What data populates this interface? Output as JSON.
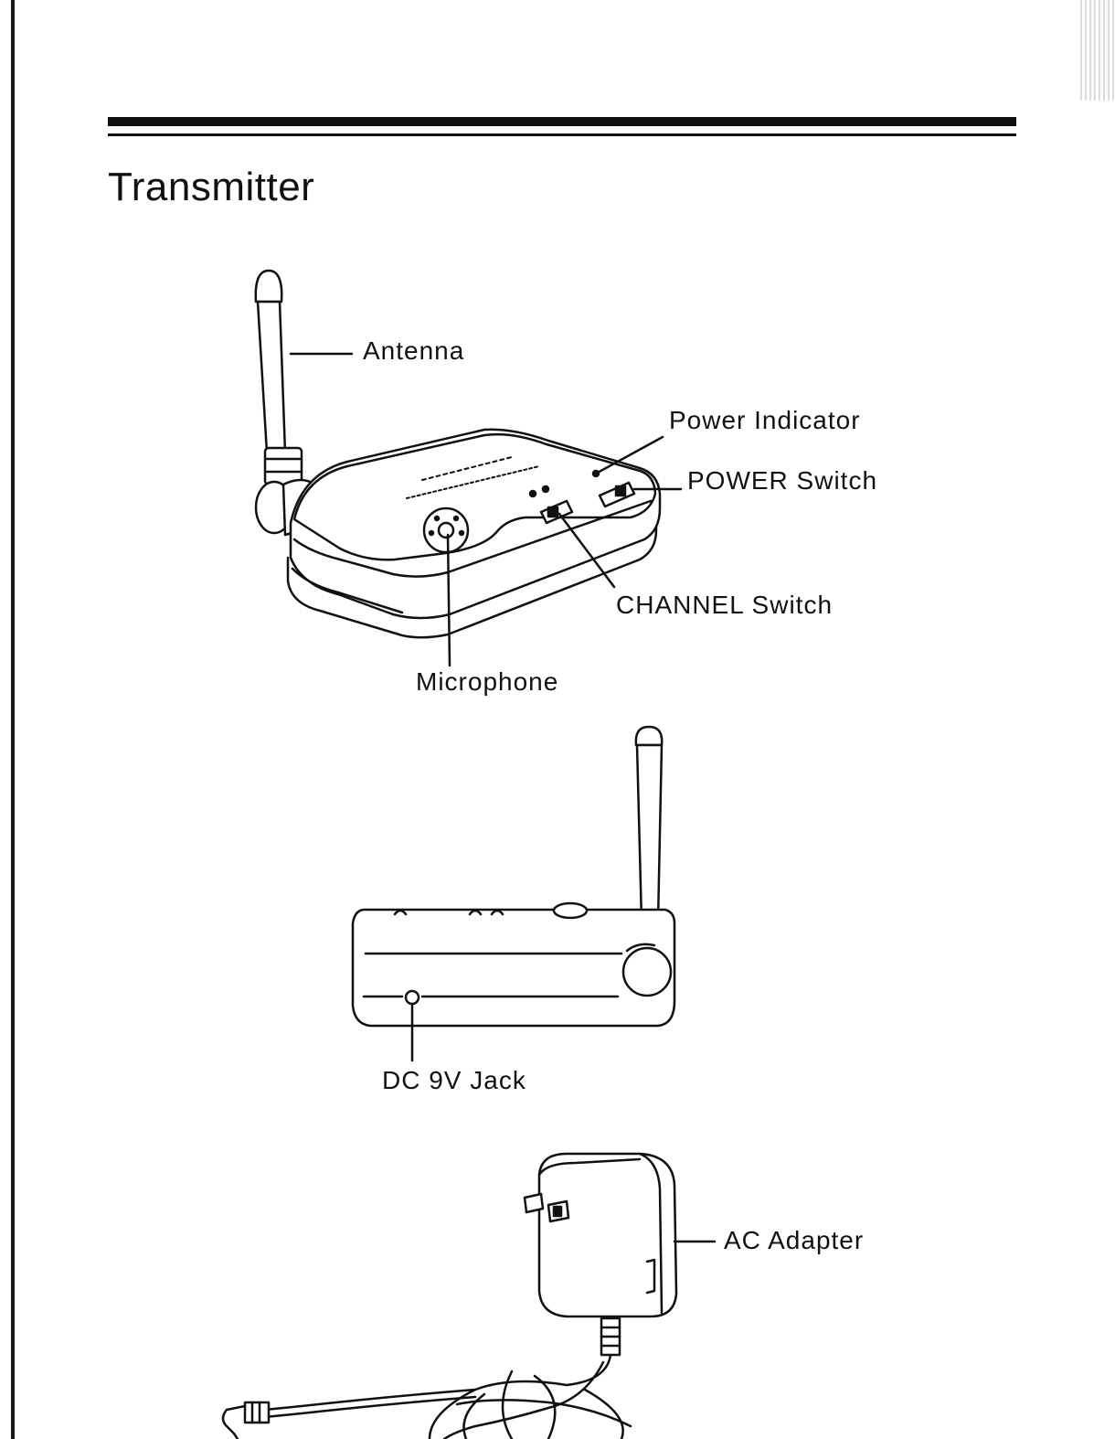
{
  "page": {
    "title": "Transmitter"
  },
  "callouts": {
    "antenna": "Antenna",
    "power_indicator": "Power Indicator",
    "power_switch": "POWER Switch",
    "channel_switch": "CHANNEL Switch",
    "microphone": "Microphone",
    "dc_jack": "DC 9V Jack",
    "ac_adapter": "AC Adapter"
  }
}
